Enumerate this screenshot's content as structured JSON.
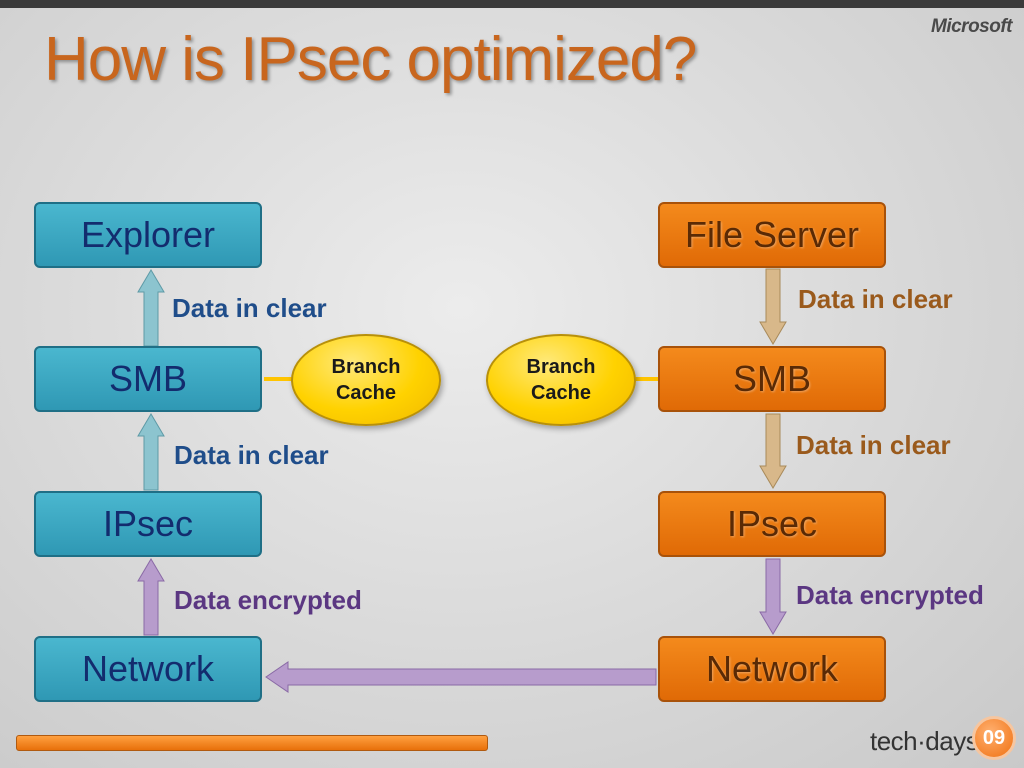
{
  "title": "How is IPsec optimized?",
  "brand": "Microsoft",
  "client": {
    "explorer": "Explorer",
    "smb": "SMB",
    "ipsec": "IPsec",
    "network": "Network",
    "label_explorer_smb": "Data in clear",
    "label_smb_ipsec": "Data in clear",
    "label_ipsec_network": "Data encrypted"
  },
  "server": {
    "file_server": "File Server",
    "smb": "SMB",
    "ipsec": "IPsec",
    "network": "Network",
    "label_fileserver_smb": "Data in clear",
    "label_smb_ipsec": "Data in clear",
    "label_ipsec_network": "Data encrypted"
  },
  "branch_cache_left": "Branch Cache",
  "branch_cache_right": "Branch Cache",
  "footer": {
    "logo_text": "tech·days",
    "badge": "09"
  },
  "colors": {
    "client_box": "#3aa8c3",
    "server_box": "#ef7a12",
    "branch_cache": "#ffd200",
    "arrow_blue": "#8cc4cf",
    "arrow_tan": "#d8b88a",
    "arrow_purple": "#b79ccc"
  }
}
